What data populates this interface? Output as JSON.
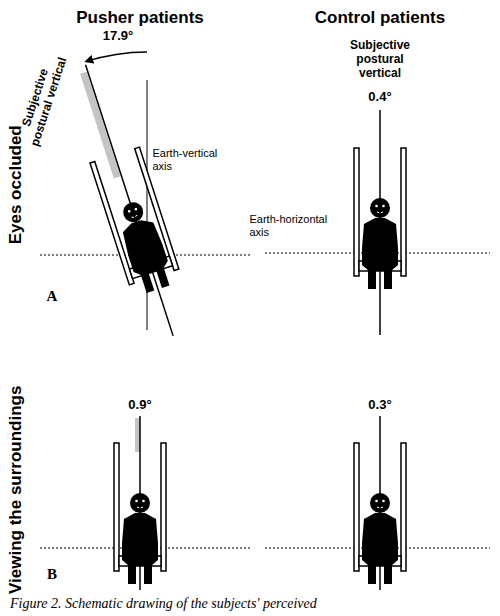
{
  "diagram": {
    "caption": "Figure 2. Schematic drawing of the subjects' perceived",
    "labels": [
      "Pusher patients",
      "Control patients",
      "Eyes occluded",
      "Viewing the surroundings",
      "Subjective postural vertical",
      "17.9°",
      "Earth-vertical axis",
      "Earth-horizontal axis",
      "A",
      "Subjective postural vertical",
      "0.4°",
      "0.9°",
      "0.3°",
      "B"
    ]
  }
}
